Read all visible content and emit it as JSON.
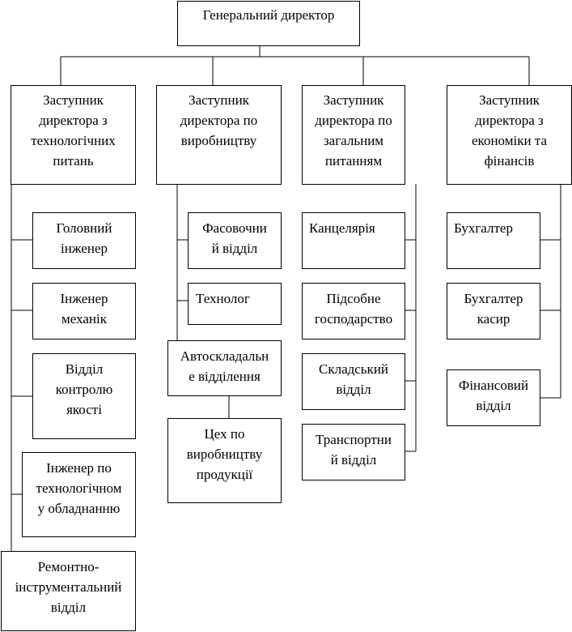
{
  "chart_data": {
    "type": "org-chart",
    "root": "Генеральний  директор",
    "deputies": [
      "Заступник\nдиректора з\nтехнологічних\nпитань",
      "Заступник\nдиректора по\nвиробництву",
      "Заступник\nдиректора по\nзагальним\nпитанням",
      "Заступник\nдиректора з\nекономіки та\nфінансів"
    ],
    "units": {
      "tech": [
        "Головний\nінженер",
        "Інженер\nмеханік",
        "Відділ\nконтролю\nякості",
        "Інженер по\nтехнологічном\nу обладнанню",
        "Ремонтно-\nінструментальний\nвідділ"
      ],
      "production": [
        "Фасовочни\nй відділ",
        "Технолог",
        "Автоскладальн\nе відділення",
        "Цех по\nвиробництву\nпродукції"
      ],
      "general": [
        "Канцелярія",
        "Підсобне\nгосподарство",
        "Складський\nвідділ",
        "Транспортни\nй відділ"
      ],
      "finance": [
        "Бухгалтер",
        "Бухгалтер\nкасир",
        "Фінансовий\nвідділ"
      ]
    }
  }
}
